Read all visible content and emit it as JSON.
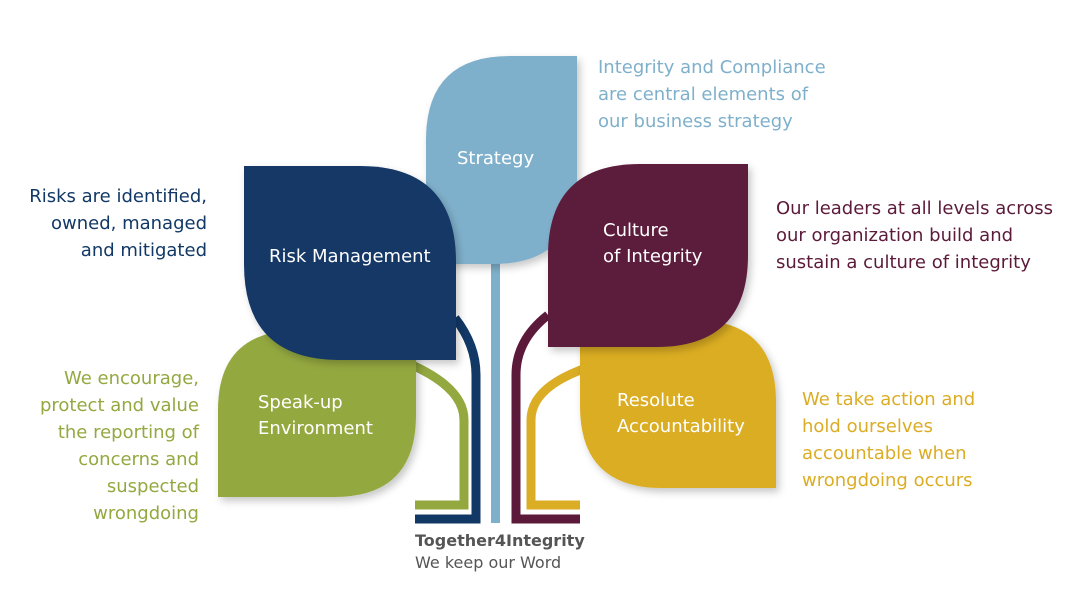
{
  "colors": {
    "strategy": "#7fb0cb",
    "risk": "#123866",
    "culture": "#5c1a3a",
    "speakup": "#94a840",
    "resolute": "#dbad24"
  },
  "leaves": {
    "strategy": {
      "label_lines": [
        "Strategy"
      ],
      "description_lines": [
        "Integrity and Compliance",
        "are central elements of",
        "our business strategy"
      ]
    },
    "risk": {
      "label_lines": [
        "Risk Management"
      ],
      "description_lines": [
        "Risks are identified,",
        "owned, managed",
        "and mitigated"
      ]
    },
    "culture": {
      "label_lines": [
        "Culture",
        "of Integrity"
      ],
      "description_lines": [
        "Our leaders at all levels across",
        "our organization build and",
        "sustain a culture of integrity"
      ]
    },
    "speakup": {
      "label_lines": [
        "Speak-up",
        "Environment"
      ],
      "description_lines": [
        "We encourage,",
        "protect and value",
        "the reporting of",
        "concerns and",
        "suspected",
        "wrongdoing"
      ]
    },
    "resolute": {
      "label_lines": [
        "Resolute",
        "Accountability"
      ],
      "description_lines": [
        "We take action and",
        "hold ourselves",
        "accountable when",
        "wrongdoing occurs"
      ]
    }
  },
  "tagline": {
    "title": "Together4Integrity",
    "subtitle": "We keep our Word"
  }
}
